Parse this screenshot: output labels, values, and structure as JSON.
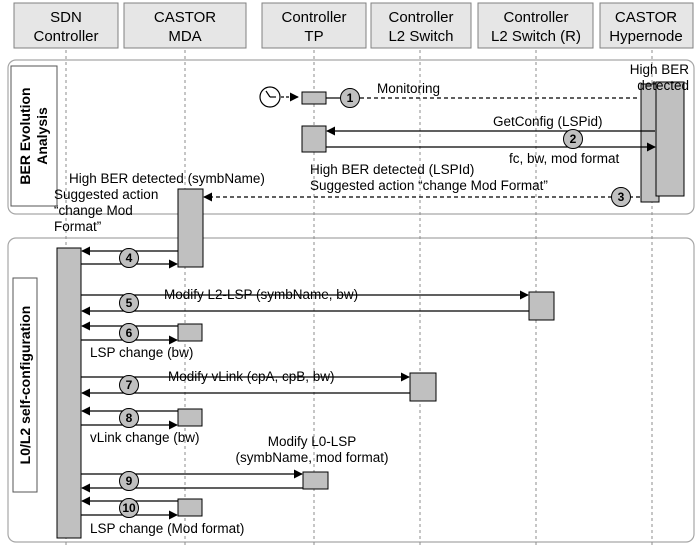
{
  "participants": [
    {
      "id": "sdn",
      "line1": "SDN",
      "line2": "Controller"
    },
    {
      "id": "mda",
      "line1": "CASTOR",
      "line2": "MDA"
    },
    {
      "id": "tp",
      "line1": "Controller",
      "line2": "TP"
    },
    {
      "id": "l2",
      "line1": "Controller",
      "line2": "L2 Switch"
    },
    {
      "id": "l2r",
      "line1": "Controller",
      "line2": "L2 Switch (R)"
    },
    {
      "id": "hyper",
      "line1": "CASTOR",
      "line2": "Hypernode"
    }
  ],
  "sections": {
    "ber": {
      "line1": "BER Evolution",
      "line2": "Analysis"
    },
    "l0l2": {
      "label": "L0/L2 self-configuration"
    }
  },
  "labels": {
    "high_ber_1": "High BER",
    "high_ber_2": "detected",
    "monitoring": "Monitoring",
    "getconfig": "GetConfig (LSPid)",
    "fc_bw": "fc, bw, mod format",
    "hb_lsp": "High BER detected (LSPId)",
    "sugg_mod": "Suggested action “change Mod Format”",
    "hb_symb": "High BER detected (symbName)",
    "sugg_action": "Suggested action",
    "change_mod": "“change Mod",
    "format": "Format”",
    "modify_l2": "Modify L2-LSP (symbName, bw)",
    "lsp_change_bw": "LSP change (bw)",
    "modify_vlink": "Modify vLink (cpA, cpB, bw)",
    "vlink_change": "vLink change (bw)",
    "modify_l0_1": "Modify L0-LSP",
    "modify_l0_2": "(symbName, mod format)",
    "lsp_change_mod": "LSP change (Mod format)"
  },
  "steps": [
    "1",
    "2",
    "3",
    "4",
    "5",
    "6",
    "7",
    "8",
    "9",
    "10"
  ],
  "colors": {
    "box": "#c0c0c0",
    "header": "#e6e6e6",
    "border": "#808080",
    "lifeline": "#8c8c8c",
    "line": "#000000"
  }
}
